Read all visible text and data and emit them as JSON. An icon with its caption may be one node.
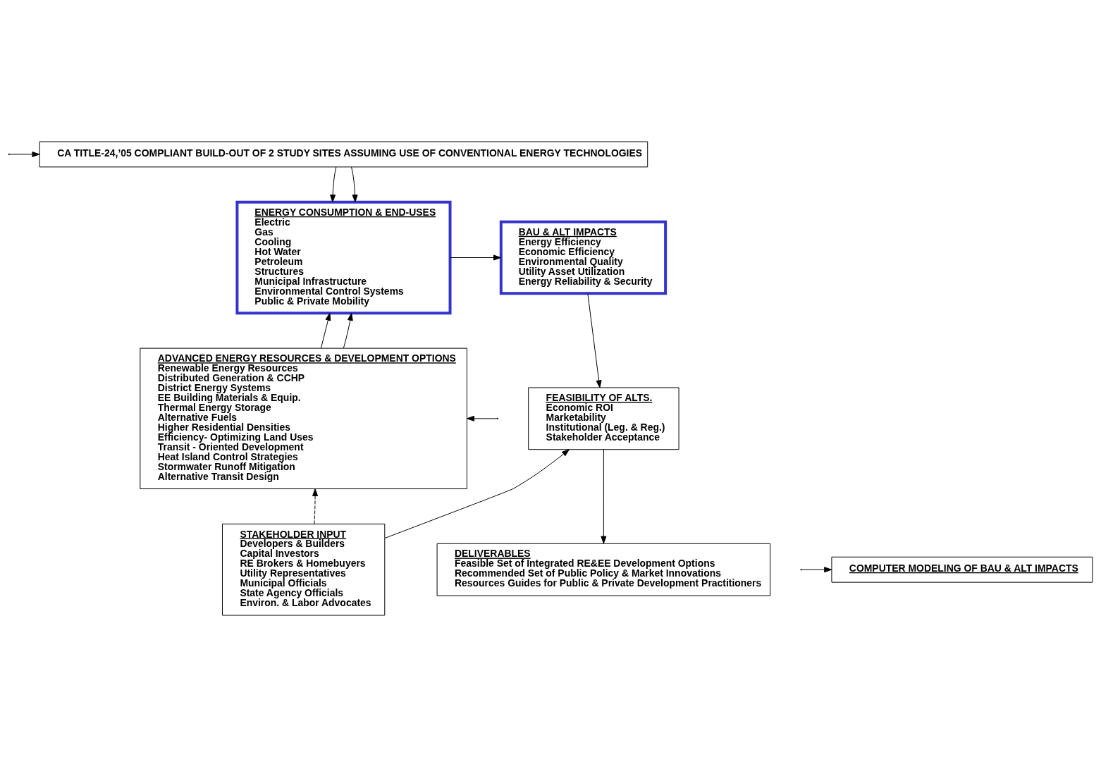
{
  "diagram": {
    "nodes": [
      {
        "text": [
          "CA TITLE-24,’05 COMPLIANT BUILD-OUT OF 2 STUDY SITES ASSUMING USE OF CONVENTIONAL ENERGY TECHNOLOGIES"
        ]
      },
      {
        "text": [
          "ENERGY CONSUMPTION & END-USES",
          "Electric",
          "Gas",
          "Cooling",
          "Hot Water",
          "Petroleum",
          "Structures",
          "Municipal Infrastructure",
          "Environmental Control Systems",
          "Public & Private Mobility"
        ]
      },
      {
        "text": [
          "BAU & ALT IMPACTS",
          "Energy Efficiency",
          "Economic Efficiency",
          "Environmental Quality",
          "Utility Asset Utilization",
          "Energy Reliability & Security"
        ]
      },
      {
        "text": [
          "ADVANCED ENERGY RESOURCES & DEVELOPMENT OPTIONS",
          "Renewable Energy Resources",
          "Distributed Generation & CCHP",
          "District Energy Systems",
          "EE Building Materials & Equip.",
          "Thermal Energy Storage",
          "Alternative Fuels",
          "Higher Residential Densities",
          "Efficiency- Optimizing Land Uses",
          "Transit - Oriented Development",
          "Heat Island Control Strategies",
          "Stormwater Runoff Mitigation",
          "Alternative Transit Design"
        ]
      },
      {
        "text": [
          "FEASIBILITY OF ALTS.",
          "Economic ROI",
          "Marketability",
          "Institutional (Leg. & Reg.)",
          "Stakeholder Acceptance"
        ]
      },
      {
        "text": [
          "COMPUTER MODELING OF BAU & ALT IMPACTS"
        ]
      },
      {
        "text": [
          "STAKEHOLDER INPUT",
          "Developers & Builders",
          "Capital Investors",
          "RE Brokers & Homebuyers",
          "Utility Representatives",
          "Municipal Officials",
          "State Agency Officials",
          "Environ. & Labor Advocates"
        ]
      },
      {
        "text": [
          "DELIVERABLES",
          "Feasible Set of Integrated RE&EE Development Options",
          "Recommended Set of Public Policy & Market Innovations",
          "Resources Guides for Public & Private Development Practitioners"
        ]
      }
    ],
    "edges": [
      {
        "from": 0,
        "to": 1,
        "arrow": "to"
      },
      {
        "from": 0,
        "to": 1,
        "arrow": "to"
      },
      {
        "from": 1,
        "to": 2,
        "arrow": "to"
      },
      {
        "from": 3,
        "to": 1,
        "arrow": "to"
      },
      {
        "from": 3,
        "to": 1,
        "arrow": "to"
      },
      {
        "from": 2,
        "to": 4,
        "arrow": "to"
      },
      {
        "from": 6,
        "to": 3,
        "arrow": "to",
        "style": "dashed"
      },
      {
        "from": 6,
        "to": 4,
        "arrow": "to"
      },
      {
        "from": 4,
        "to": 7,
        "arrow": "to"
      },
      {
        "from": null,
        "to": 0,
        "arrow": "to"
      },
      {
        "from": null,
        "to": 3,
        "arrow": "to"
      },
      {
        "from": null,
        "to": 5,
        "arrow": "to"
      }
    ]
  }
}
